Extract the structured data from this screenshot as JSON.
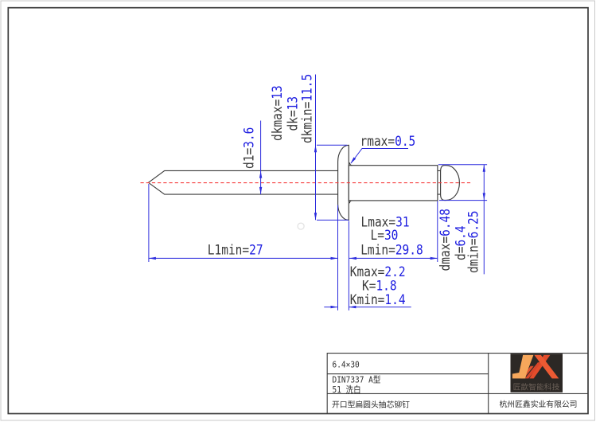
{
  "drawing": {
    "type": "engineering-drawing",
    "part": "blind rivet",
    "dimensions": {
      "d1": {
        "prefix": "d1=",
        "value": "3.6"
      },
      "dkmax": {
        "prefix": "dkmax=",
        "value": "13"
      },
      "dk": {
        "prefix": "dk=",
        "value": "13"
      },
      "dkmin": {
        "prefix": "dkmin=",
        "value": "11.5"
      },
      "rmax": {
        "prefix": "rmax=",
        "value": "0.5"
      },
      "Lmax": {
        "prefix": "Lmax=",
        "value": "31"
      },
      "L": {
        "prefix": "L=",
        "value": "30"
      },
      "Lmin": {
        "prefix": "Lmin=",
        "value": "29.8"
      },
      "L1min": {
        "prefix": "L1min=",
        "value": "27"
      },
      "Kmax": {
        "prefix": "Kmax=",
        "value": "2.2"
      },
      "K": {
        "prefix": "K=",
        "value": "1.8"
      },
      "Kmin": {
        "prefix": "Kmin=",
        "value": "1.4"
      },
      "dmax": {
        "prefix": "dmax=",
        "value": "6.48"
      },
      "d": {
        "prefix": "d=",
        "value": "6.4"
      },
      "dmin": {
        "prefix": "dmin=",
        "value": "6.25"
      }
    }
  },
  "title_block": {
    "size": "6.4×30",
    "standard": "DIN7337 A型",
    "finish": "51 洗白",
    "product_name": "开口型扁圆头抽芯铆钉",
    "company": "杭州匠鑫实业有限公司",
    "logo_subtext": "匠歆智能科技"
  },
  "colors": {
    "dimension_blue": "#1d1de0",
    "centerline_red": "#f53b3b",
    "outline_gray": "#3b3b3b",
    "logo_orange": "#f2a355",
    "logo_red": "#e5512d",
    "logo_background": "#2d2927"
  }
}
